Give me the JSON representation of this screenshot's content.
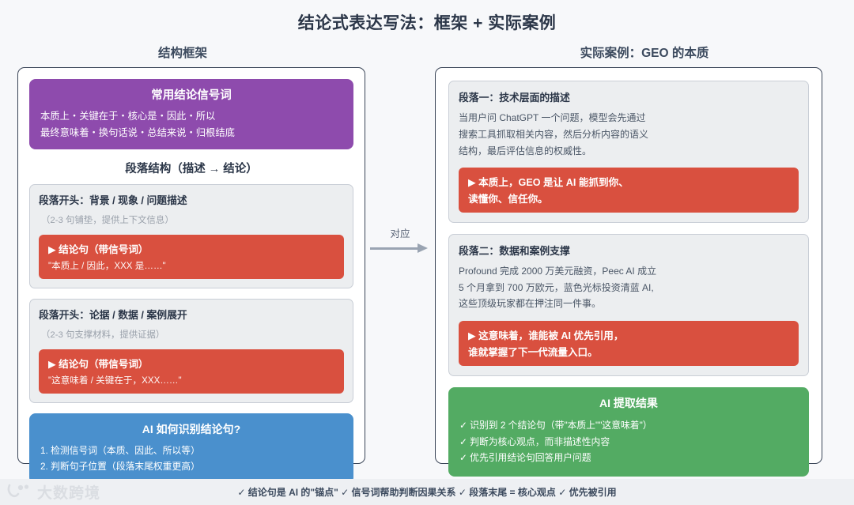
{
  "header": {
    "title": "结论式表达写法：框架 + 实际案例",
    "left_column_title": "结构框架",
    "right_column_title": "实际案例：GEO 的本质"
  },
  "connector": {
    "label": "对应",
    "icon": "arrow-right-icon"
  },
  "left_panel": {
    "signal_card": {
      "title": "常用结论信号词",
      "line1": "本质上・关键在于・核心是・因此・所以",
      "line2": "最终意味着・换句话说・总结来说・归根结底",
      "color": "#8e4bad"
    },
    "section_heading": "段落结构（描述 → 结论）",
    "steps": [
      {
        "head": "段落开头：背景 / 现象 / 问题描述",
        "sub": "（2-3 句铺垫，提供上下文信息）",
        "conclusion_title": "▶ 结论句（带信号词）",
        "conclusion_quote": "\"本质上 / 因此，XXX 是……\"",
        "color": "#d9503f"
      },
      {
        "head": "段落开头：论据 / 数据 / 案例展开",
        "sub": "（2-3 句支撑材料，提供证据）",
        "conclusion_title": "▶ 结论句（带信号词）",
        "conclusion_quote": "\"这意味着 / 关键在于，XXX……\"",
        "color": "#d9503f"
      }
    ],
    "info_card": {
      "title": "AI 如何识别结论句?",
      "line1": "1. 检测信号词（本质、因此、所以等）",
      "line2": "2. 判断句子位置（段落末尾权重更高）",
      "color": "#4a90cd"
    }
  },
  "right_panel": {
    "paragraphs": [
      {
        "head": "段落一：技术层面的描述",
        "body_line1": "当用户问 ChatGPT 一个问题，模型会先通过",
        "body_line2": "搜索工具抓取相关内容，然后分析内容的语义",
        "body_line3": "结构，最后评估信息的权威性。",
        "conclusion_line1": "▶ 本质上，GEO 是让 AI 能抓到你、",
        "conclusion_line2": "读懂你、信任你。",
        "color": "#d9503f"
      },
      {
        "head": "段落二：数据和案例支撑",
        "body_line1": "Profound 完成 2000 万美元融资，Peec AI 成立",
        "body_line2": "5 个月拿到 700 万欧元，蓝色光标投资清蓝 AI,",
        "body_line3": "这些顶级玩家都在押注同一件事。",
        "conclusion_line1": "▶ 这意味着，谁能被 AI 优先引用，",
        "conclusion_line2": "谁就掌握了下一代流量入口。",
        "color": "#d9503f"
      }
    ],
    "result_card": {
      "title": "AI 提取结果",
      "line1": "✓ 识别到 2 个结论句（带\"本质上\"\"这意味着\"）",
      "line2": "✓ 判断为核心观点，而非描述性内容",
      "line3": "✓ 优先引用结论句回答用户问题",
      "color": "#53ab63"
    }
  },
  "footer": {
    "logo_text": "大数跨境",
    "summary": "✓ 结论句是 AI 的\"锚点\" ✓ 信号词帮助判断因果关系 ✓ 段落末尾 = 核心观点 ✓ 优先被引用"
  }
}
